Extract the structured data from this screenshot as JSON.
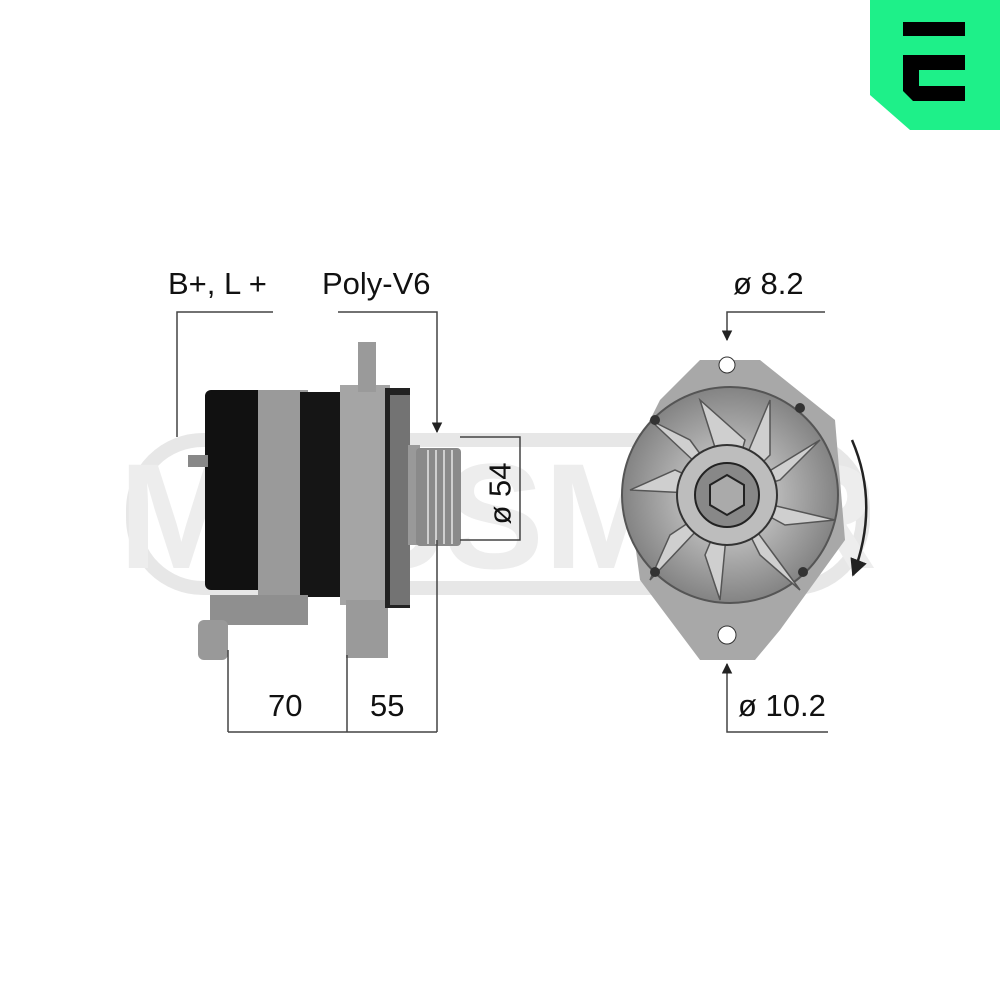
{
  "brand": {
    "logo_text": "E",
    "color": "#1ef089"
  },
  "watermark": "MESSMER",
  "side_view": {
    "connector_label": "B+, L +",
    "pulley_label": "Poly-V6",
    "pulley_diameter": "ø 54",
    "dim_mount_depth": "70",
    "dim_front_depth": "55"
  },
  "front_view": {
    "top_hole": "ø 8.2",
    "bottom_hole": "ø 10.2",
    "rotation": "clockwise"
  },
  "colors": {
    "line": "#444444",
    "metal": "#9a9a9a",
    "dark": "#111111"
  }
}
